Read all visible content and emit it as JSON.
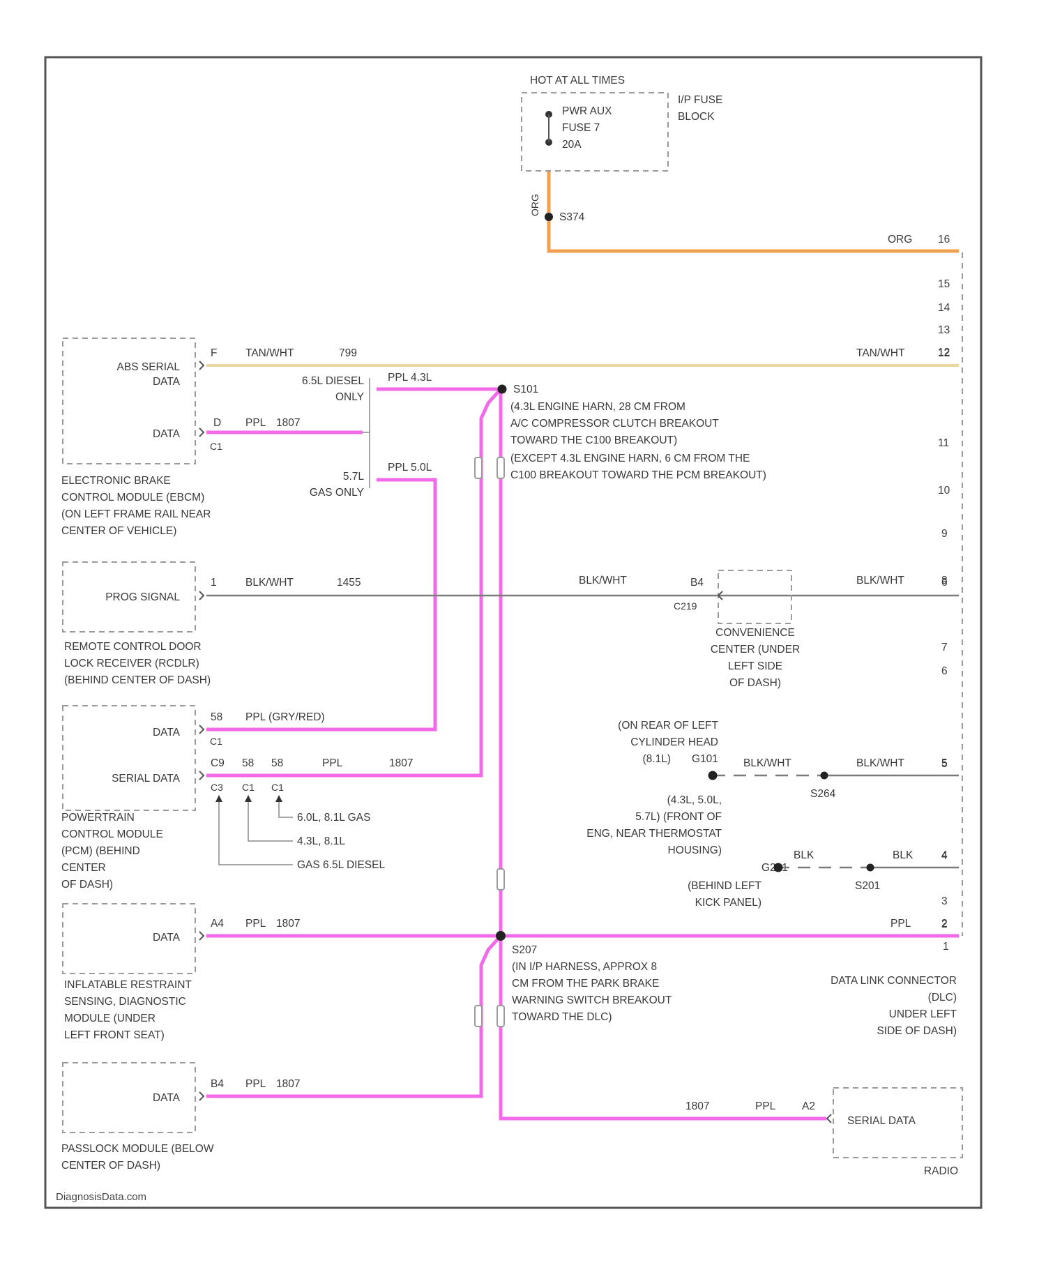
{
  "watermark": "DiagnosisData.com",
  "colors": {
    "orange_wire": "#f0a050",
    "tan_wire": "#ead7a4",
    "purple_wire": "#f26ae8",
    "black_wire": "#7a7a7a",
    "frame": "#555555",
    "box_dash": "#9a9a9a",
    "text": "#3a3a3a"
  },
  "power": {
    "header": "HOT AT ALL TIMES",
    "fuse_line1": "PWR AUX",
    "fuse_line2": "FUSE 7",
    "fuse_line3": "20A",
    "fuse_block_line1": "I/P FUSE",
    "fuse_block_line2": "BLOCK",
    "wire_color_vertical": "ORG",
    "splice": "S374",
    "wire_color_horizontal": "ORG",
    "dlc_pin": "16"
  },
  "dlc": {
    "pins": [
      "15",
      "14",
      "13",
      "12",
      "11",
      "10",
      "9",
      "8",
      "7",
      "6",
      "5",
      "4",
      "3",
      "2",
      "1"
    ],
    "label_line1": "DATA LINK CONNECTOR",
    "label_line2": "(DLC)",
    "label_line3": "UNDER LEFT",
    "label_line4": "SIDE OF DASH)"
  },
  "ebcm": {
    "abs_line1": "ABS SERIAL",
    "abs_line2": "DATA",
    "abs_pin": "F",
    "abs_wire_color": "TAN/WHT",
    "abs_circuit": "799",
    "dlc_wire_color": "TAN/WHT",
    "dlc_pin": "12",
    "data_label": "DATA",
    "data_pin": "D",
    "data_wire": "PPL",
    "data_circuit": "1807",
    "connector": "C1",
    "variant_diesel_line1": "6.5L DIESEL",
    "variant_diesel_line2": "ONLY",
    "variant_diesel_wire": "PPL 4.3L",
    "variant_gas_line1": "5.7L",
    "variant_gas_line2": "GAS ONLY",
    "variant_gas_wire": "PPL 5.0L",
    "name_line1": "ELECTRONIC BRAKE",
    "name_line2": "CONTROL MODULE (EBCM)",
    "name_line3": "(ON LEFT FRAME RAIL NEAR",
    "name_line4": "CENTER OF VEHICLE)"
  },
  "s101": {
    "id": "S101",
    "note_line1": "(4.3L ENGINE HARN, 28 CM FROM",
    "note_line2": "A/C COMPRESSOR CLUTCH BREAKOUT",
    "note_line3": "TOWARD THE C100 BREAKOUT)",
    "note_line4": "(EXCEPT 4.3L ENGINE HARN, 6 CM FROM THE",
    "note_line5": "C100 BREAKOUT TOWARD THE PCM BREAKOUT)"
  },
  "rcdlr": {
    "signal_label": "PROG SIGNAL",
    "pin": "1",
    "wire_color": "BLK/WHT",
    "circuit": "1455",
    "wire_color_2": "BLK/WHT",
    "center_pin": "B4",
    "center_connector": "C219",
    "dlc_wire_color": "BLK/WHT",
    "dlc_pin": "6",
    "center_line1": "CONVENIENCE",
    "center_line2": "CENTER (UNDER",
    "center_line3": "LEFT SIDE",
    "center_line4": "OF DASH)",
    "name_line1": "REMOTE CONTROL DOOR",
    "name_line2": "LOCK RECEIVER (RCDLR)",
    "name_line3": "(BEHIND CENTER OF DASH)"
  },
  "pcm": {
    "data_label": "DATA",
    "data_pin": "58",
    "data_wire": "PPL (GRY/RED)",
    "data_connector": "C1",
    "serial_label": "SERIAL DATA",
    "serial_pin_a": "C9",
    "serial_pin_b": "58",
    "serial_pin_c": "58",
    "serial_wire": "PPL",
    "serial_circuit": "1807",
    "conn_a": "C3",
    "conn_b": "C1",
    "conn_c": "C1",
    "variant_1": "6.0L, 8.1L GAS",
    "variant_2": "4.3L, 8.1L",
    "variant_3": "GAS 6.5L DIESEL",
    "name_line1": "POWERTRAIN",
    "name_line2": "CONTROL MODULE",
    "name_line3": "(PCM) (BEHIND",
    "name_line4": "CENTER",
    "name_line5": "OF DASH)"
  },
  "grounds": {
    "g101_note_line1": "(ON REAR OF LEFT",
    "g101_note_line2": "CYLINDER HEAD",
    "g101_note_line3": "(8.1L)",
    "g101_id": "G101",
    "g101_wire": "BLK/WHT",
    "g101_dlc_wire": "BLK/WHT",
    "g101_dlc_pin": "5",
    "s264_id": "S264",
    "g101_note2_line1": "(4.3L, 5.0L,",
    "g101_note2_line2": "5.7L) (FRONT OF",
    "g101_note2_line3": "ENG, NEAR THERMOSTAT",
    "g101_note2_line4": "HOUSING)",
    "g201_id": "G201",
    "g201_wire": "BLK",
    "g201_dlc_wire": "BLK",
    "g201_dlc_pin": "4",
    "s201_id": "S201",
    "g201_note_line1": "(BEHIND LEFT",
    "g201_note_line2": "KICK PANEL)"
  },
  "sdm": {
    "data_label": "DATA",
    "pin": "A4",
    "wire": "PPL",
    "circuit": "1807",
    "dlc_wire": "PPL",
    "dlc_pin": "2",
    "name_line1": "INFLATABLE RESTRAINT",
    "name_line2": "SENSING, DIAGNOSTIC",
    "name_line3": "MODULE (UNDER",
    "name_line4": "LEFT FRONT SEAT)"
  },
  "s207": {
    "id": "S207",
    "note_line1": "(IN I/P HARNESS, APPROX 8",
    "note_line2": "CM FROM THE PARK BRAKE",
    "note_line3": "WARNING SWITCH BREAKOUT",
    "note_line4": "TOWARD THE DLC)"
  },
  "passlock": {
    "data_label": "DATA",
    "pin": "B4",
    "wire": "PPL",
    "circuit": "1807",
    "name_line1": "PASSLOCK MODULE (BELOW",
    "name_line2": "CENTER OF DASH)"
  },
  "radio": {
    "circuit": "1807",
    "wire": "PPL",
    "pin": "A2",
    "data_label": "SERIAL DATA",
    "name": "RADIO"
  }
}
